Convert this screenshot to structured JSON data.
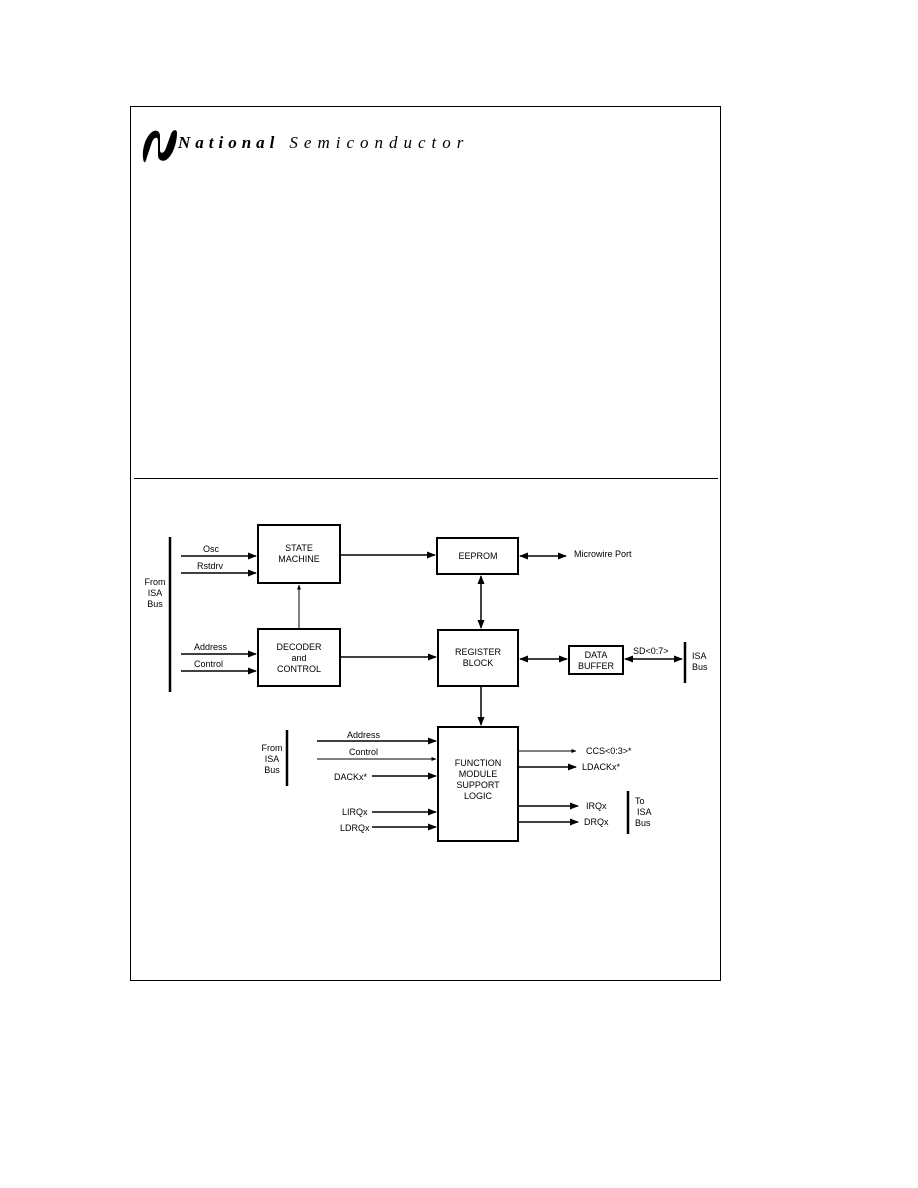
{
  "header": {
    "brand_bold": "National",
    "brand_rest": "Semiconductor"
  },
  "diagram": {
    "blocks": {
      "state_machine": [
        "STATE",
        "MACHINE"
      ],
      "decoder": [
        "DECODER",
        "and",
        "CONTROL"
      ],
      "eeprom": [
        "EEPROM"
      ],
      "register_block": [
        "REGISTER",
        "BLOCK"
      ],
      "data_buffer": [
        "DATA",
        "BUFFER"
      ],
      "function_module": [
        "FUNCTION",
        "MODULE",
        "SUPPORT",
        "LOGIC"
      ]
    },
    "signals": {
      "osc": "Osc",
      "rstdrv": "Rstdrv",
      "address_1": "Address",
      "control_1": "Control",
      "microwire_port": "Microwire Port",
      "sd": "SD<0:7>",
      "address_2": "Address",
      "control_2": "Control",
      "dackx": "DACKx*",
      "lirqx": "LIRQx",
      "ldrqx": "LDRQx",
      "ccs": "CCS<0:3>*",
      "ldackx": "LDACKx*",
      "irqx": "IRQx",
      "drqx": "DRQx"
    },
    "bus_labels": {
      "from_isa_1": [
        "From",
        "ISA",
        "Bus"
      ],
      "isa_bus_right": [
        "ISA",
        "Bus"
      ],
      "from_isa_2": [
        "From",
        "ISA",
        "Bus"
      ],
      "to_isa": [
        "To",
        "ISA",
        "Bus"
      ]
    }
  }
}
